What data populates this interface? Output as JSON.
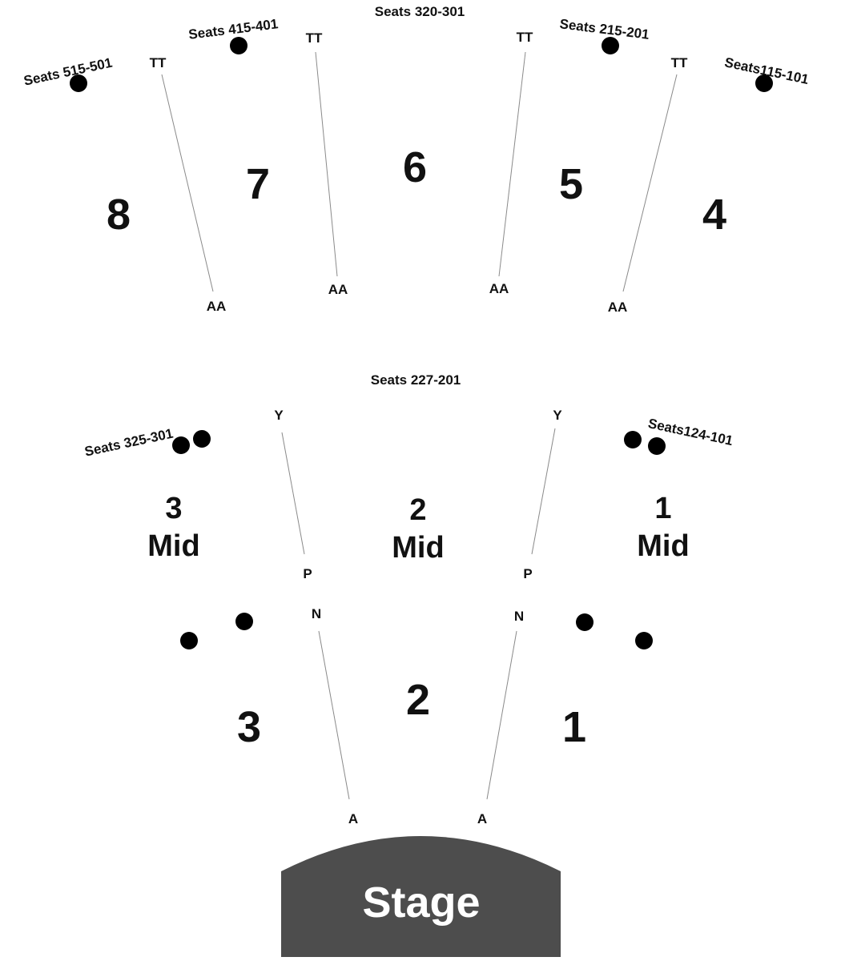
{
  "colors": {
    "text": "#111111",
    "aisle_line": "#8a8a8a",
    "accessible_icon": "#1b44c8",
    "stage_fill": "#4d4d4d",
    "stage_text": "#ffffff"
  },
  "upper_level": {
    "seat_ranges": {
      "s8": "Seats 515-501",
      "s7": "Seats 415-401",
      "s6": "Seats 320-301",
      "s5": "Seats 215-201",
      "s4": "Seats115-101"
    },
    "sections": {
      "s8": "8",
      "s7": "7",
      "s6": "6",
      "s5": "5",
      "s4": "4"
    },
    "rows": {
      "first": "AA",
      "last": "TT"
    }
  },
  "middle_level": {
    "seat_ranges": {
      "s3": "Seats 325-301",
      "s2": "Seats 227-201",
      "s1": "Seats124-101"
    },
    "sections": {
      "s3": "3",
      "s2": "2",
      "s1": "1"
    },
    "mid_word": "Mid",
    "rows": {
      "first": "P",
      "last": "Y"
    }
  },
  "lower_level": {
    "sections": {
      "s3": "3",
      "s2": "2",
      "s1": "1"
    },
    "rows": {
      "first": "A",
      "last": "N"
    }
  },
  "stage": {
    "label": "Stage"
  },
  "icons": {
    "accessible": "wheelchair-icon"
  }
}
